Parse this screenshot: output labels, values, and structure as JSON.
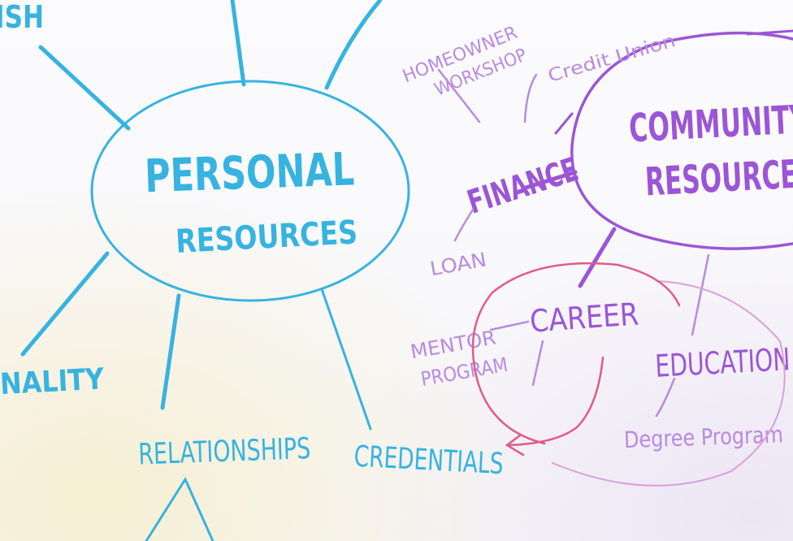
{
  "colors": {
    "blue": "#36b3e0",
    "purple": "#9b55d6",
    "purple_light": "#b98ae0",
    "red": "#e25a86",
    "pink_thin": "#d9a0d8"
  },
  "nodes": {
    "personal_resources_line1": "PERSONAL",
    "personal_resources_line2": "RESOURCES",
    "community_resources_line1": "COMMUNITY",
    "community_resources_line2": "RESOURCES",
    "relationships": "RELATIONSHIPS",
    "credentials": "CREDENTIALS",
    "personality_partial": "NALITY",
    "top_left_partial": "ISH",
    "finance": "FINANCE",
    "homeowner_line1": "HOMEOWNER",
    "homeowner_line2": "WORKSHOP",
    "credit_union": "Credit Union",
    "loan": "LOAN",
    "career": "CAREER",
    "mentor_line1": "MENTOR",
    "mentor_line2": "PROGRAM",
    "education": "EDUCATION",
    "degree_program": "Degree Program"
  }
}
